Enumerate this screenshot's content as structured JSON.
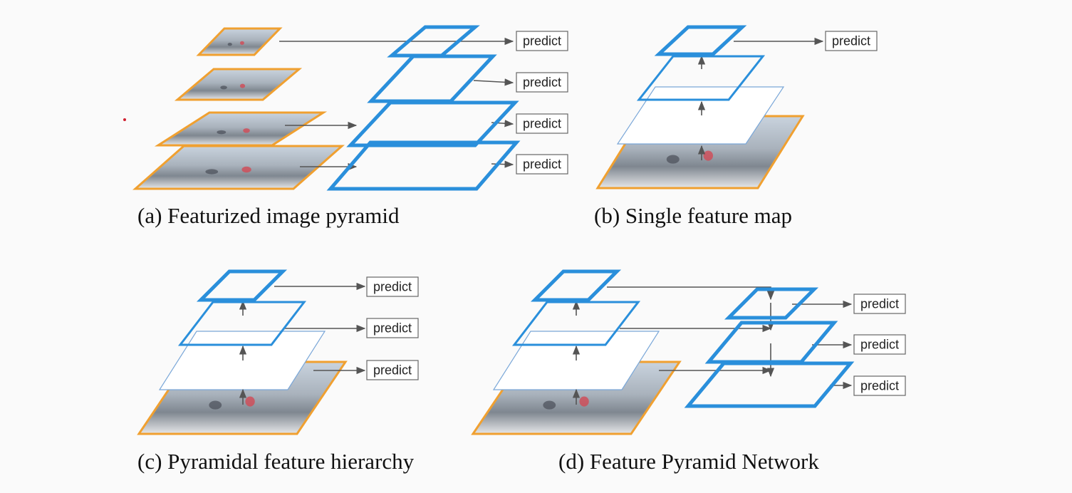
{
  "panels": [
    {
      "id": "a",
      "caption": "(a) Featurized image pyramid"
    },
    {
      "id": "b",
      "caption": "(b) Single feature map"
    },
    {
      "id": "c",
      "caption": "(c) Pyramidal feature hierarchy"
    },
    {
      "id": "d",
      "caption": "(d) Feature Pyramid Network"
    }
  ],
  "predict_label": "predict",
  "colors": {
    "feature_map_border": "#2a8fdb",
    "image_border": "#f0a030",
    "arrow": "#555555"
  }
}
